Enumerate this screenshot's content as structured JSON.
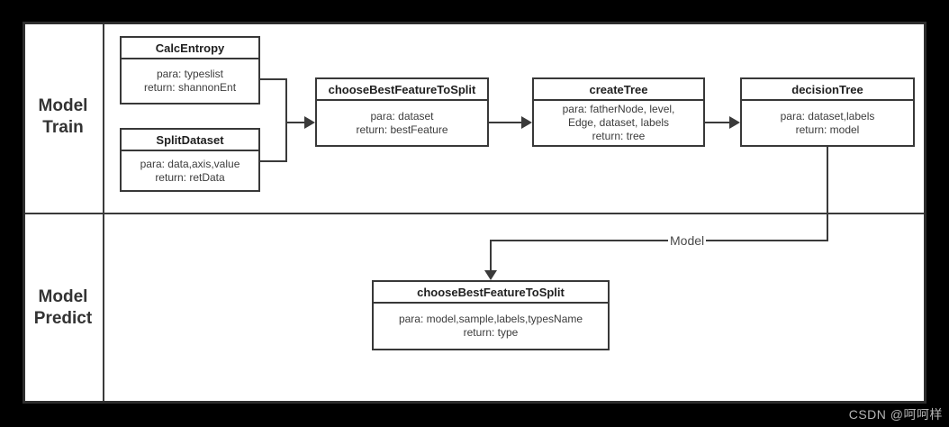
{
  "colors": {
    "background": "#000000",
    "panel_bg": "#ffffff",
    "panel_border": "#2e2e2e",
    "box_border": "#383838",
    "connector_line": "#3a3a3a",
    "text": "#333333",
    "watermark_text": "#b5b5b5"
  },
  "sections": {
    "train": {
      "lines": [
        "Model",
        "Train"
      ]
    },
    "predict": {
      "lines": [
        "Model",
        "Predict"
      ]
    }
  },
  "boxes": [
    {
      "id": "calc-entropy",
      "title": "CalcEntropy",
      "lines": [
        "para: typeslist",
        "return: shannonEnt"
      ]
    },
    {
      "id": "split-dataset",
      "title": "SplitDataset",
      "lines": [
        "para: data,axis,value",
        "return: retData"
      ]
    },
    {
      "id": "choose-best-feature-train",
      "title": "chooseBestFeatureToSplit",
      "lines": [
        "para: dataset",
        "return: bestFeature"
      ]
    },
    {
      "id": "create-tree",
      "title": "createTree",
      "lines": [
        "para: fatherNode, level,",
        "Edge, dataset, labels",
        "return: tree"
      ]
    },
    {
      "id": "decision-tree",
      "title": "decisionTree",
      "lines": [
        "para: dataset,labels",
        "return: model"
      ]
    },
    {
      "id": "choose-best-feature-predict",
      "title": "chooseBestFeatureToSplit",
      "lines": [
        "para: model,sample,labels,typesName",
        "return: type"
      ]
    }
  ],
  "connector": {
    "model_label": "Model"
  },
  "watermark": "CSDN @呵呵样"
}
